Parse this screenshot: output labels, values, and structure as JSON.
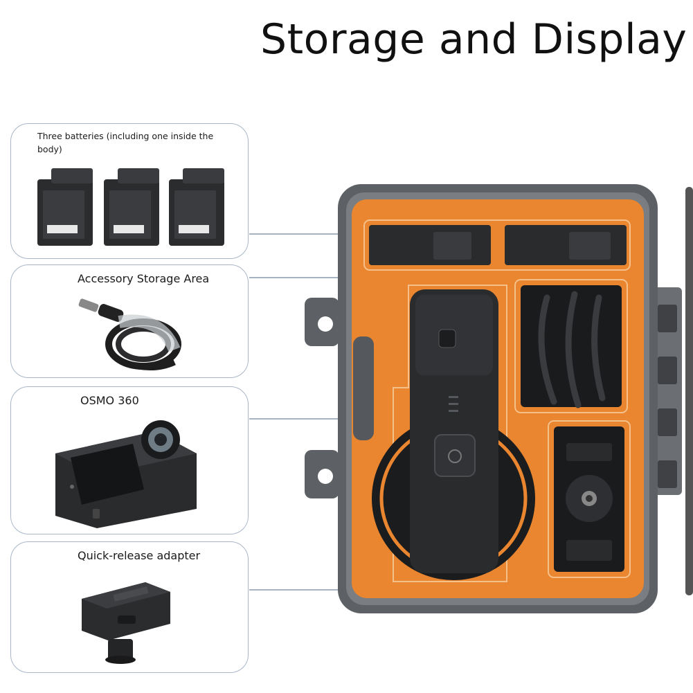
{
  "title": "Storage and Display",
  "cards": [
    {
      "label": "Three batteries (including one inside the body)",
      "icon": "battery-icon"
    },
    {
      "label": "Accessory Storage Area",
      "icon": "cable-icon"
    },
    {
      "label": "OSMO 360",
      "icon": "camera-icon"
    },
    {
      "label": "Quick-release adapter",
      "icon": "adapter-icon"
    }
  ],
  "colors": {
    "case_shell": "#5d6064",
    "foam": "#e9862f",
    "device": "#2a2b2d",
    "card_border": "#a9b6c8",
    "leader_line": "#8798ad"
  }
}
